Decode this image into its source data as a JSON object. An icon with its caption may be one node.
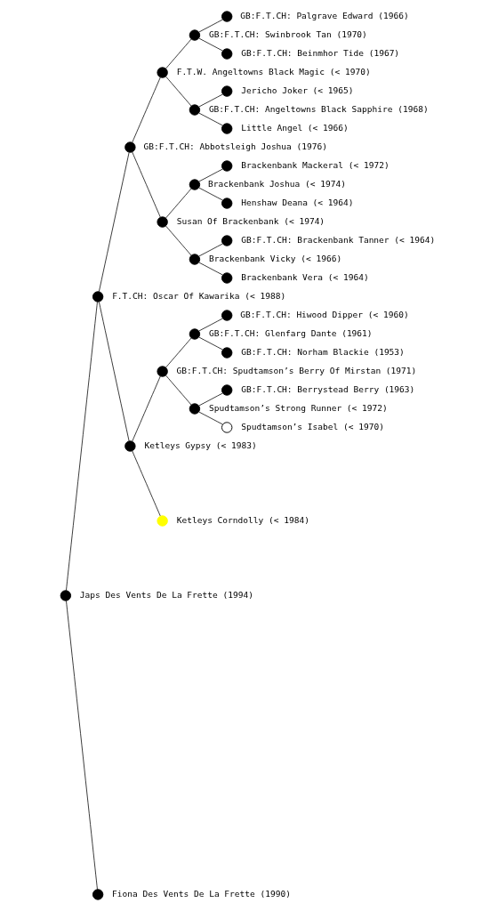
{
  "diagram": {
    "nodes": [
      {
        "text": [],
        "shape": "circle",
        "beside": [
          "GB:F.T.CH: Palgrave Edward (1966)"
        ]
      },
      {
        "text": [],
        "shape": "circle",
        "beside": [
          "GB:F.T.CH: Swinbrook Tan (1970)"
        ]
      },
      {
        "text": [],
        "shape": "circle",
        "beside": [
          "GB:F.T.CH: Beinmhor Tide (1967)"
        ]
      },
      {
        "text": [],
        "shape": "circle",
        "beside": [
          "F.T.W. Angeltowns Black Magic (< 1970)"
        ]
      },
      {
        "text": [],
        "shape": "circle",
        "beside": [
          "Jericho Joker (< 1965)"
        ]
      },
      {
        "text": [],
        "shape": "circle",
        "beside": [
          "GB:F.T.CH: Angeltowns Black Sapphire (1968)"
        ]
      },
      {
        "text": [],
        "shape": "circle",
        "beside": [
          "Little Angel (< 1966)"
        ]
      },
      {
        "text": [],
        "shape": "circle",
        "beside": [
          "GB:F.T.CH: Abbotsleigh Joshua (1976)"
        ]
      },
      {
        "text": [],
        "shape": "circle",
        "beside": [
          "Brackenbank Mackeral (< 1972)"
        ]
      },
      {
        "text": [],
        "shape": "circle",
        "beside": [
          "Brackenbank Joshua (< 1974)"
        ]
      },
      {
        "text": [],
        "shape": "circle",
        "beside": [
          "Henshaw Deana (< 1964)"
        ]
      },
      {
        "text": [],
        "shape": "circle",
        "beside": [
          "Susan Of Brackenbank (< 1974)"
        ]
      },
      {
        "text": [],
        "shape": "circle",
        "beside": [
          "GB:F.T.CH: Brackenbank Tanner (< 1964)"
        ]
      },
      {
        "text": [],
        "shape": "circle",
        "beside": [
          "Brackenbank Vicky (< 1966)"
        ]
      },
      {
        "text": [],
        "shape": "circle",
        "beside": [
          "Brackenbank Vera (< 1964)"
        ]
      },
      {
        "text": [],
        "shape": "circle",
        "beside": [
          "F.T.CH: Oscar Of Kawarika (< 1988)"
        ]
      },
      {
        "text": [],
        "shape": "circle",
        "beside": [
          "GB:F.T.CH: Hiwood Dipper (< 1960)"
        ]
      },
      {
        "text": [],
        "shape": "circle",
        "beside": [
          "GB:F.T.CH: Glenfarg Dante (1961)"
        ]
      },
      {
        "text": [],
        "shape": "circle",
        "beside": [
          "GB:F.T.CH: Norham Blackie (1953)"
        ]
      },
      {
        "text": [],
        "shape": "circle",
        "beside": [
          "GB:F.T.CH: Spudtamson’s Berry Of Mirstan (1971)"
        ]
      },
      {
        "text": [],
        "shape": "circle",
        "beside": [
          "GB:F.T.CH: Berrystead Berry (1963)"
        ]
      },
      {
        "text": [],
        "shape": "circle",
        "beside": [
          "Spudtamson’s Strong Runner (< 1972)"
        ]
      },
      {
        "text": [],
        "shape": "circle",
        "beside": [
          "Spudtamson’s Isabel (< 1970)"
        ]
      },
      {
        "text": [],
        "shape": "circle",
        "beside": [
          "Ketleys Gypsy (< 1983)"
        ]
      },
      {
        "text": [],
        "shape": "circle",
        "beside": [
          "Ketleys Corndolly (< 1984)"
        ]
      },
      {
        "text": [],
        "shape": "circle",
        "beside": [
          "Japs Des Vents De La Frette (1994)"
        ]
      },
      {
        "text": [],
        "shape": "circle",
        "beside": [
          "Fiona Des Vents De La Frette (1990)"
        ]
      }
    ],
    "edges": [
      {
        "from": 25,
        "to": 15,
        "arrow": "none"
      },
      {
        "from": 25,
        "to": 26,
        "arrow": "none"
      },
      {
        "from": 15,
        "to": 7,
        "arrow": "none"
      },
      {
        "from": 15,
        "to": 23,
        "arrow": "none"
      },
      {
        "from": 7,
        "to": 3,
        "arrow": "none"
      },
      {
        "from": 7,
        "to": 11,
        "arrow": "none"
      },
      {
        "from": 3,
        "to": 1,
        "arrow": "none"
      },
      {
        "from": 3,
        "to": 5,
        "arrow": "none"
      },
      {
        "from": 1,
        "to": 0,
        "arrow": "none"
      },
      {
        "from": 1,
        "to": 2,
        "arrow": "none"
      },
      {
        "from": 5,
        "to": 4,
        "arrow": "none"
      },
      {
        "from": 5,
        "to": 6,
        "arrow": "none"
      },
      {
        "from": 11,
        "to": 9,
        "arrow": "none"
      },
      {
        "from": 11,
        "to": 13,
        "arrow": "none"
      },
      {
        "from": 9,
        "to": 8,
        "arrow": "none"
      },
      {
        "from": 9,
        "to": 10,
        "arrow": "none"
      },
      {
        "from": 13,
        "to": 12,
        "arrow": "none"
      },
      {
        "from": 13,
        "to": 14,
        "arrow": "none"
      },
      {
        "from": 23,
        "to": 19,
        "arrow": "none"
      },
      {
        "from": 23,
        "to": 24,
        "arrow": "none"
      },
      {
        "from": 19,
        "to": 17,
        "arrow": "none"
      },
      {
        "from": 19,
        "to": 21,
        "arrow": "none"
      },
      {
        "from": 17,
        "to": 16,
        "arrow": "none"
      },
      {
        "from": 17,
        "to": 18,
        "arrow": "none"
      },
      {
        "from": 21,
        "to": 20,
        "arrow": "none"
      },
      {
        "from": 21,
        "to": 22,
        "arrow": "none"
      }
    ]
  }
}
